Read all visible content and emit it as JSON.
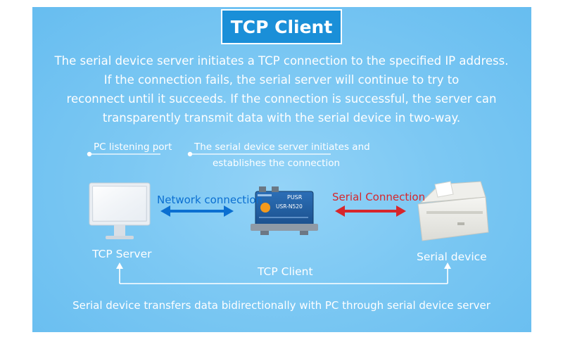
{
  "title": "TCP Client",
  "description": [
    "The serial device server initiates a TCP connection to the specified IP address.",
    "If the connection fails, the serial server will continue to try to",
    "reconnect until it succeeds. If the connection is successful, the server can",
    "transparently transmit data with the serial device in two-way."
  ],
  "annotations": {
    "pc_listening": "PC listening port",
    "initiates_line1": "The serial device server initiates and",
    "initiates_line2": "establishes the connection"
  },
  "links": {
    "network": "Network connection",
    "serial": "Serial Connection"
  },
  "device": {
    "brand": "PUSR",
    "model": "USR-N520"
  },
  "nodes": {
    "server": "TCP Server",
    "serial_device": "Serial device"
  },
  "client_label": "TCP Client",
  "footer": "Serial device transfers data bidirectionally with PC through serial device server",
  "colors": {
    "background": "#7cc8f3",
    "title_box": "#1a8fd8",
    "network": "#0b6fd1",
    "serial": "#d7262b"
  },
  "icons": [
    "monitor-icon",
    "serial-server-device",
    "receipt-printer-icon"
  ]
}
